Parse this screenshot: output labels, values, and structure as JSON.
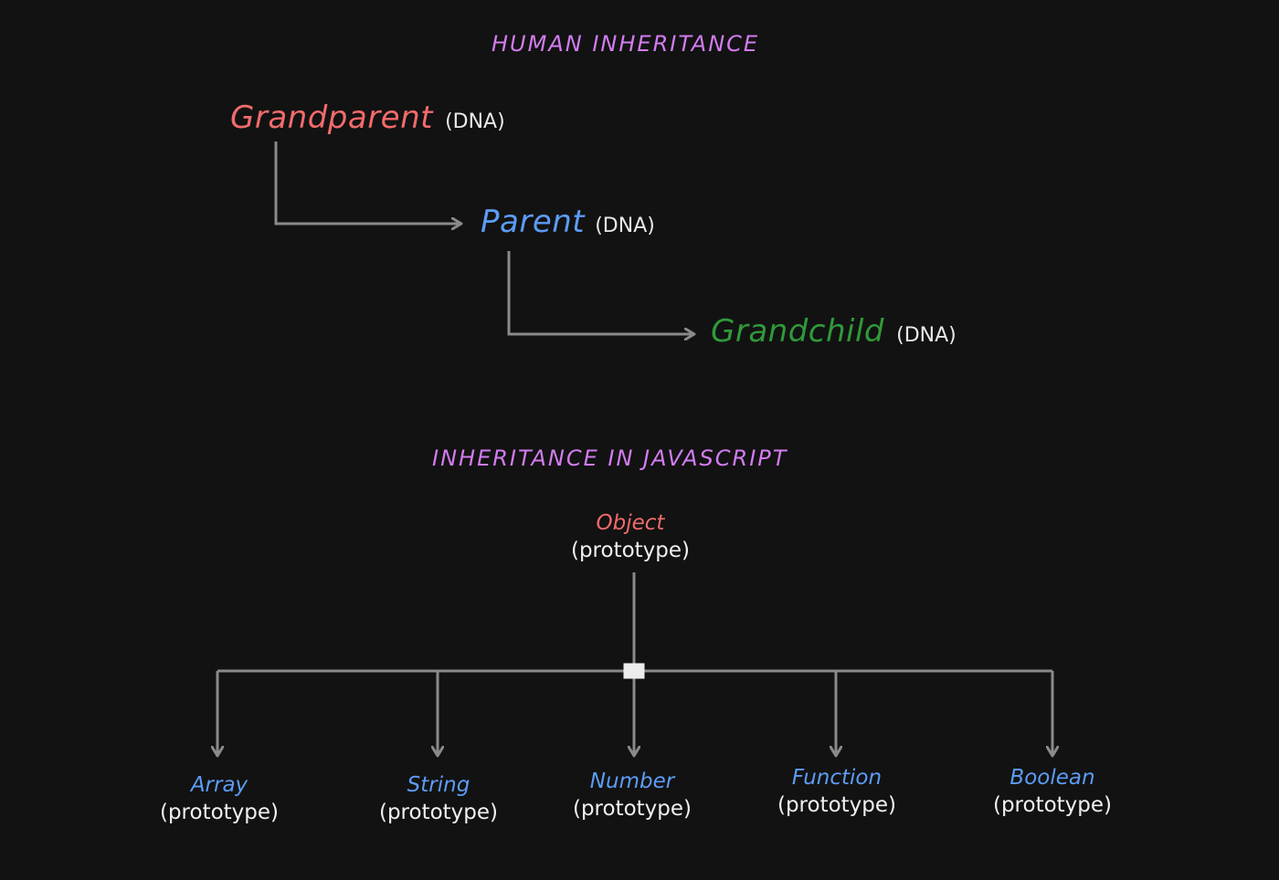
{
  "colors": {
    "background": "#121212",
    "heading": "#d27cf0",
    "red": "#f26b6b",
    "blue": "#5c9cf5",
    "green": "#2f9a3a",
    "white": "#ececec",
    "line": "#8a8a8a"
  },
  "human": {
    "title": "HUMAN INHERITANCE",
    "grandparent": {
      "name": "Grandparent",
      "tag": "(DNA)"
    },
    "parent": {
      "name": "Parent",
      "tag": "(DNA)"
    },
    "grandchild": {
      "name": "Grandchild",
      "tag": "(DNA)"
    }
  },
  "js": {
    "title": "INHERITANCE IN JAVASCRIPT",
    "root": {
      "name": "Object",
      "tag": "(prototype)"
    },
    "children": [
      {
        "name": "Array",
        "tag": "(prototype)"
      },
      {
        "name": "String",
        "tag": "(prototype)"
      },
      {
        "name": "Number",
        "tag": "(prototype)"
      },
      {
        "name": "Function",
        "tag": "(prototype)"
      },
      {
        "name": "Boolean",
        "tag": "(prototype)"
      }
    ]
  }
}
